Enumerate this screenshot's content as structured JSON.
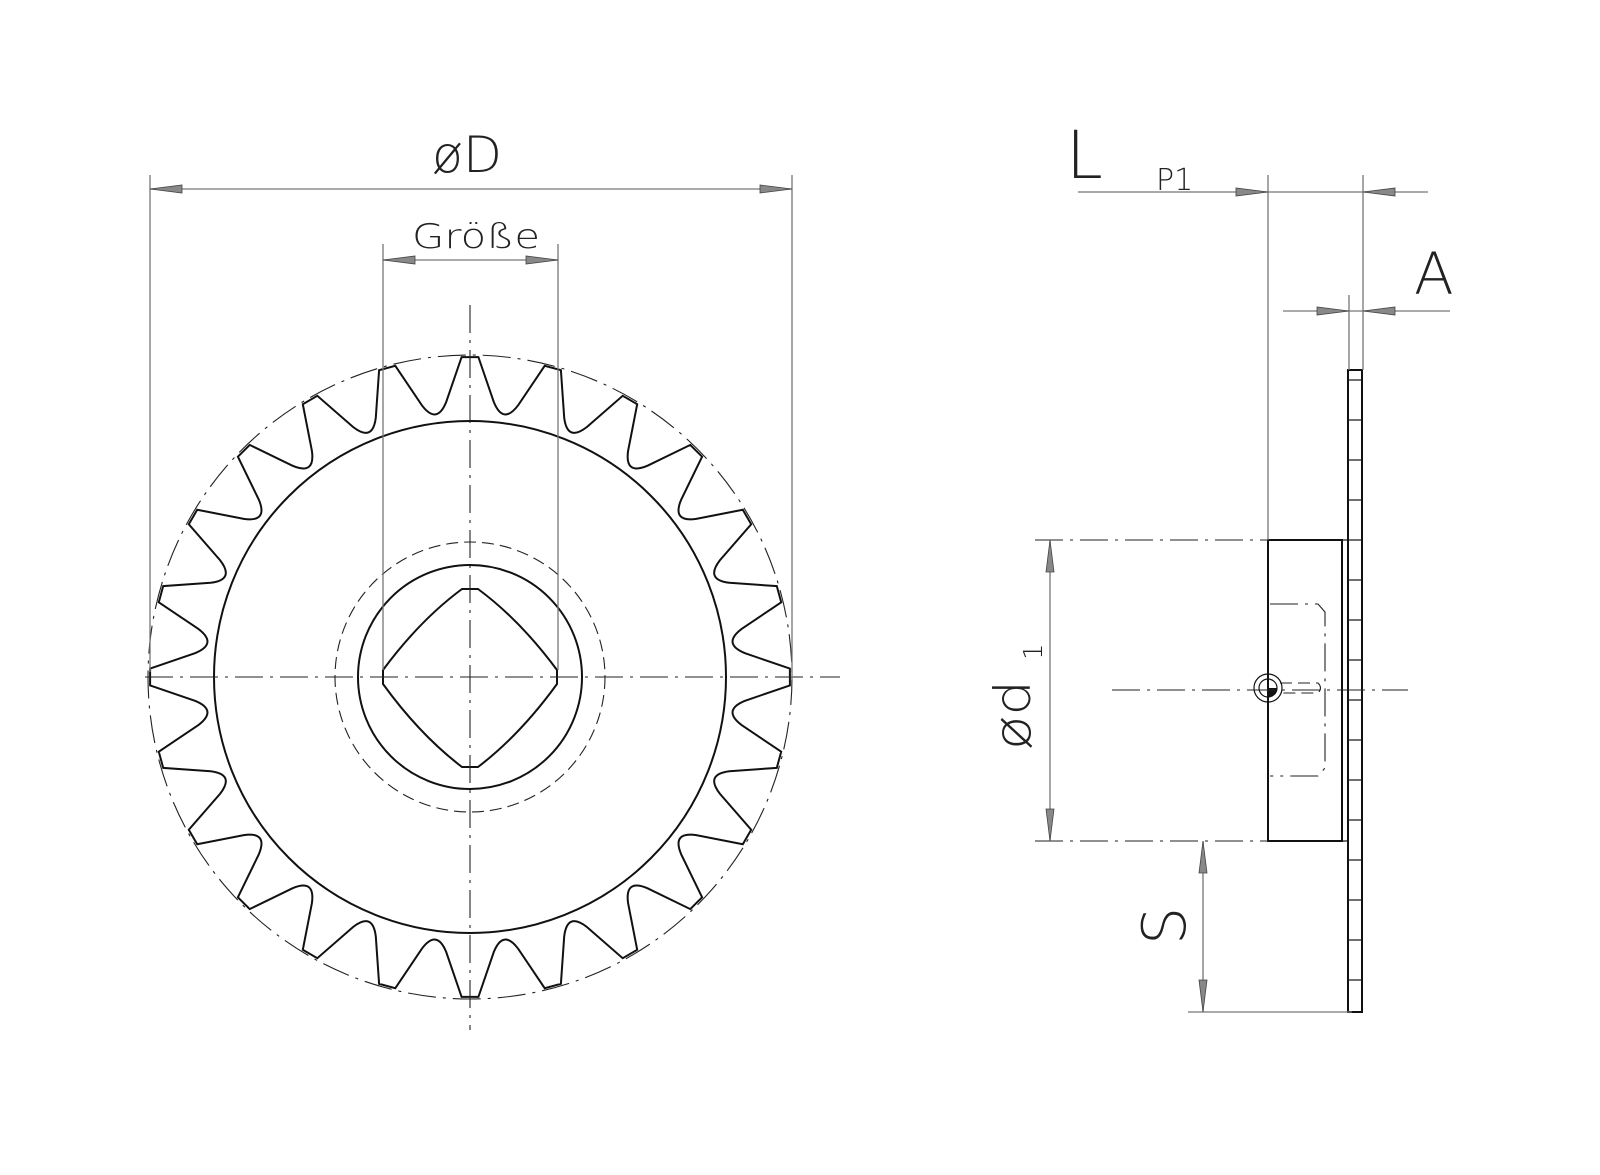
{
  "drawing": {
    "front_view": {
      "tooth_count": 24,
      "dim_outer_diameter": "øD",
      "dim_bore_size": "Größe"
    },
    "side_view": {
      "dim_length": "L",
      "dim_length_sub": "P1",
      "dim_a": "A",
      "dim_hub_diameter": "ød",
      "dim_hub_diameter_sub": "1",
      "dim_s": "S"
    }
  }
}
